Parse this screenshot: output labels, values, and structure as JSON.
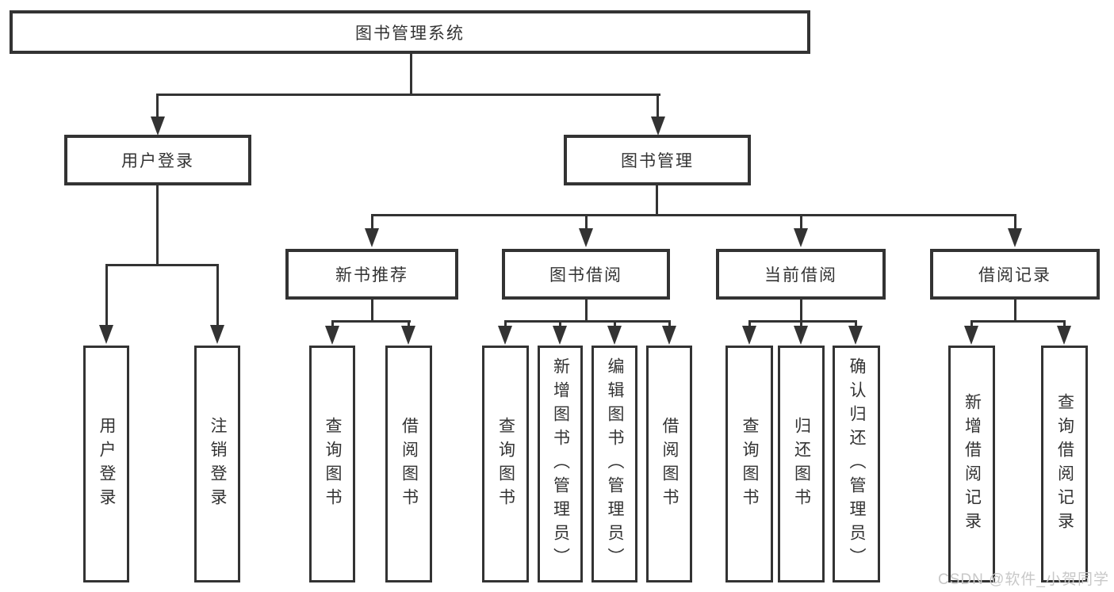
{
  "diagram": {
    "root": {
      "label": "图书管理系统"
    },
    "branches": [
      {
        "label": "用户登录",
        "children": [
          {
            "label": "用户登录"
          },
          {
            "label": "注销登录"
          }
        ]
      },
      {
        "label": "图书管理",
        "children": [
          {
            "label": "新书推荐",
            "children": [
              {
                "label": "查询图书"
              },
              {
                "label": "借阅图书"
              }
            ]
          },
          {
            "label": "图书借阅",
            "children": [
              {
                "label": "查询图书"
              },
              {
                "label": "新增图书（管理员）"
              },
              {
                "label": "编辑图书（管理员）"
              },
              {
                "label": "借阅图书"
              }
            ]
          },
          {
            "label": "当前借阅",
            "children": [
              {
                "label": "查询图书"
              },
              {
                "label": "归还图书"
              },
              {
                "label": "确认归还（管理员）"
              }
            ]
          },
          {
            "label": "借阅记录",
            "children": [
              {
                "label": "新增借阅记录"
              },
              {
                "label": "查询借阅记录"
              }
            ]
          }
        ]
      }
    ]
  },
  "watermark": {
    "text": "CSDN @软件_小贺同学"
  },
  "colors": {
    "line": "#333333",
    "background": "#ffffff",
    "watermark": "#c8c8c8"
  }
}
